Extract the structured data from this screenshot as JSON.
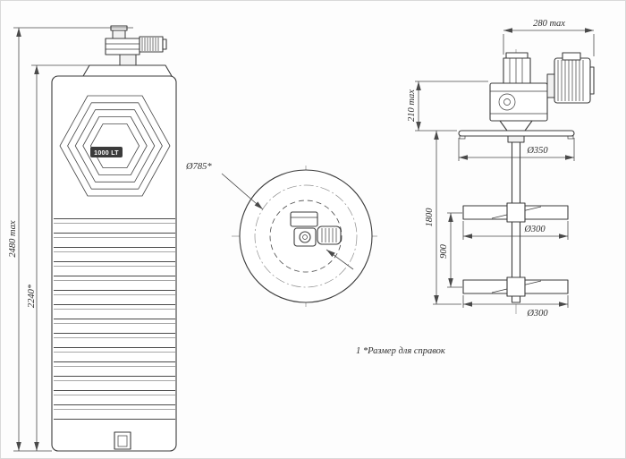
{
  "drawing": {
    "title": "tank-with-mixer-technical-drawing",
    "colors": {
      "line": "#3c3c3c",
      "background": "#ffffff"
    }
  },
  "front_view": {
    "dim_height_max": "2480 max",
    "dim_height_ref": "2240*",
    "tank_capacity": "1000 LT"
  },
  "top_view": {
    "dim_diameter": "Ø785*"
  },
  "side_view": {
    "dim_width_max": "280 max",
    "dim_drive_height": "210 max",
    "dim_flange": "Ø350",
    "dim_shaft_length": "1800",
    "dim_impeller_spacing": "900",
    "dim_impeller_top": "Ø300",
    "dim_impeller_bottom": "Ø300"
  },
  "note": "1  *Размер для справок"
}
